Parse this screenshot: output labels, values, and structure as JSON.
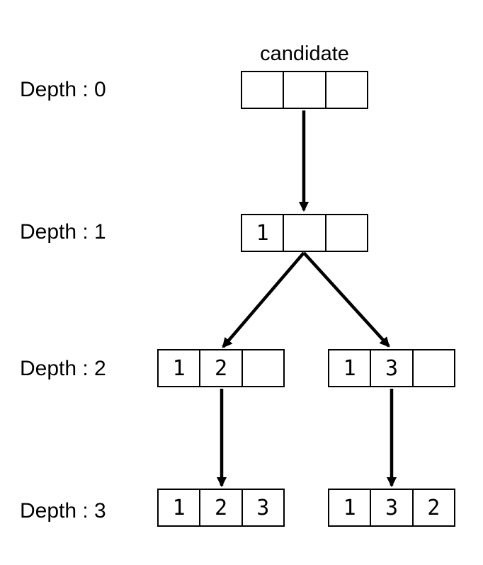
{
  "background_color": "#ffffff",
  "ink_color": "#000000",
  "title": "candidate",
  "depth_labels": [
    {
      "label": "Depth : 0"
    },
    {
      "label": "Depth : 1"
    },
    {
      "label": "Depth : 2"
    },
    {
      "label": "Depth : 3"
    }
  ],
  "arrays": {
    "depth0": {
      "cells": [
        "",
        "",
        ""
      ]
    },
    "depth1": {
      "cells": [
        "1",
        "",
        ""
      ]
    },
    "depth2_left": {
      "cells": [
        "1",
        "2",
        ""
      ]
    },
    "depth2_right": {
      "cells": [
        "1",
        "3",
        ""
      ]
    },
    "depth3_left": {
      "cells": [
        "1",
        "2",
        "3"
      ]
    },
    "depth3_right": {
      "cells": [
        "1",
        "3",
        "2"
      ]
    }
  },
  "arrows": [
    {
      "name": "arrow-depth0-to-depth1",
      "direction": "down"
    },
    {
      "name": "arrow-depth1-to-depth2-left",
      "direction": "down-left"
    },
    {
      "name": "arrow-depth1-to-depth2-right",
      "direction": "down-right"
    },
    {
      "name": "arrow-depth2-left-to-depth3-left",
      "direction": "down"
    },
    {
      "name": "arrow-depth2-right-to-depth3-right",
      "direction": "down"
    }
  ]
}
